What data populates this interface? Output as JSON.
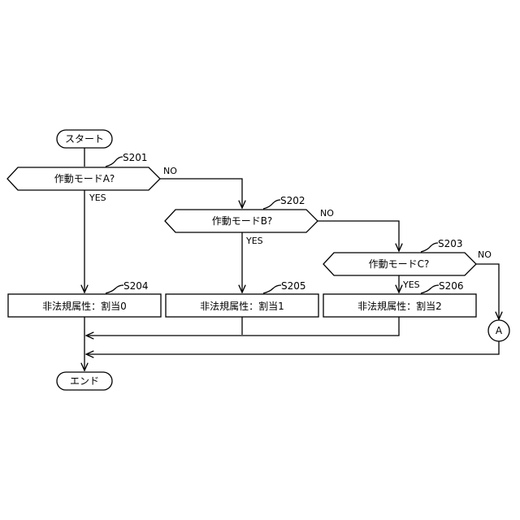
{
  "flowchart": {
    "start": "スタート",
    "end": "エンド",
    "connector": "A",
    "decisions": [
      {
        "step": "S201",
        "text": "作動モードA?",
        "yes": "YES",
        "no": "NO"
      },
      {
        "step": "S202",
        "text": "作動モードB?",
        "yes": "YES",
        "no": "NO"
      },
      {
        "step": "S203",
        "text": "作動モードC?",
        "yes": "YES",
        "no": "NO"
      }
    ],
    "processes": [
      {
        "step": "S204",
        "text": "非法規属性：割当0"
      },
      {
        "step": "S205",
        "text": "非法規属性：割当1"
      },
      {
        "step": "S206",
        "text": "非法規属性：割当2"
      }
    ]
  }
}
